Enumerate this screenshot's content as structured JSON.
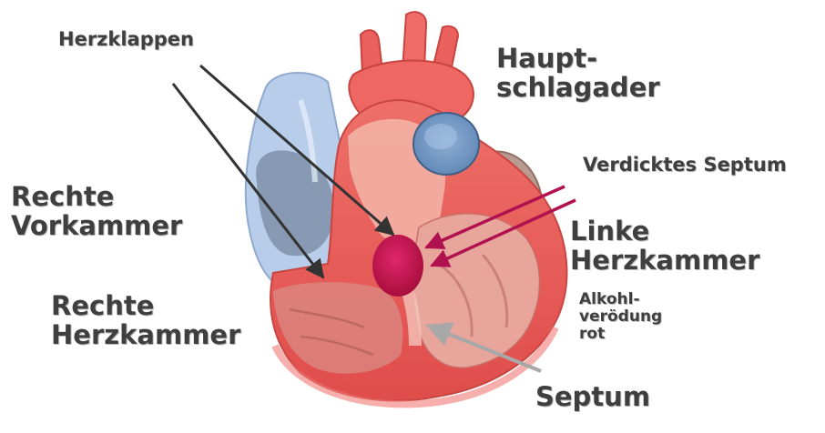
{
  "labels": {
    "herzklappen": "Herzklappen",
    "hauptschlagader": [
      "Haupt-",
      "schlagader"
    ],
    "verdicktes_septum": "Verdicktes Septum",
    "rechte_vorkammer": [
      "Rechte",
      "Vorkammer"
    ],
    "linke_herzkammer": [
      "Linke",
      "Herzkammer"
    ],
    "alkohlveroedung": [
      "Alkohl-",
      "verödung",
      "rot"
    ],
    "rechte_herzkammer": [
      "Rechte",
      "Herzkammer"
    ],
    "septum": "Septum"
  },
  "colors": {
    "label_text": "#3f3f3f",
    "arrow_dark": "#333333",
    "arrow_magenta": "#b0124f",
    "arrow_grey": "#a8a8a8",
    "heart_red": "#e45a57",
    "heart_pink": "#f0a39f",
    "vein_blue": "#a9c3e6",
    "alcohol_spot": "#c0124a"
  }
}
